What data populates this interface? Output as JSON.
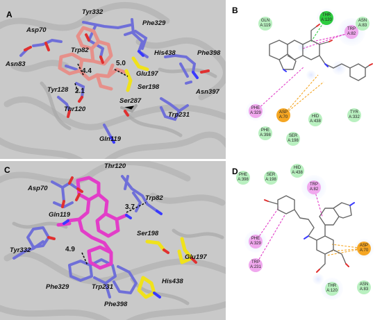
{
  "colors": {
    "panel_3d_background": "#c9c9c9",
    "protein_residue": "#6f6fd8",
    "ligand_A": "#e6908a",
    "ligand_C": "#e23dc8",
    "ser198": "#f0e21b",
    "oxygen": "#e03030",
    "nitrogen": "#3a3aff",
    "vdw_residue": "#b9f0c0",
    "hbond_residue": "#2ecc40",
    "pi_residue": "#f0a8ee",
    "charge_residue": "#f5a623"
  },
  "panels": {
    "A": {
      "letter": "A",
      "residue_labels": [
        "Tyr332",
        "Asp70",
        "Asn83",
        "Trp82",
        "Tyr128",
        "Thr120",
        "Phe329",
        "His438",
        "Phe398",
        "Glu197",
        "Ser198",
        "Asn397",
        "Ser287",
        "Trp231",
        "Gln119"
      ],
      "distances": [
        "5.0",
        "4.4",
        "2.1"
      ]
    },
    "B": {
      "letter": "B",
      "residues": [
        {
          "code": "GLN",
          "num": "A:119",
          "type": "vdw"
        },
        {
          "code": "THR",
          "num": "A:120",
          "type": "hbond"
        },
        {
          "code": "ASN",
          "num": "A:83",
          "type": "vdw"
        },
        {
          "code": "TRP",
          "num": "A:82",
          "type": "pi"
        },
        {
          "code": "PHE",
          "num": "A:329",
          "type": "pi"
        },
        {
          "code": "ASP",
          "num": "A:70",
          "type": "charge"
        },
        {
          "code": "HID",
          "num": "A:438",
          "type": "vdw"
        },
        {
          "code": "TYR",
          "num": "A:332",
          "type": "vdw"
        },
        {
          "code": "PHE",
          "num": "A:398",
          "type": "vdw"
        },
        {
          "code": "SER",
          "num": "A:198",
          "type": "vdw"
        }
      ]
    },
    "C": {
      "letter": "C",
      "residue_labels": [
        "Thr120",
        "Asp70",
        "Gln119",
        "Trp82",
        "Ser198",
        "Tyr332",
        "Glu197",
        "His438",
        "Phe329",
        "Trp231",
        "Phe398"
      ],
      "distances": [
        "3.7",
        "4.9"
      ]
    },
    "D": {
      "letter": "D",
      "residues": [
        {
          "code": "PHE",
          "num": "A:398",
          "type": "vdw"
        },
        {
          "code": "SER",
          "num": "A:198",
          "type": "vdw"
        },
        {
          "code": "HID",
          "num": "A:438",
          "type": "vdw"
        },
        {
          "code": "TRP",
          "num": "A:82",
          "type": "pi"
        },
        {
          "code": "PHE",
          "num": "A:329",
          "type": "pi"
        },
        {
          "code": "TRP",
          "num": "A:231",
          "type": "pi"
        },
        {
          "code": "ASP",
          "num": "A:70",
          "type": "charge"
        },
        {
          "code": "THR",
          "num": "A:120",
          "type": "vdw"
        },
        {
          "code": "ASN",
          "num": "A:83",
          "type": "vdw"
        }
      ]
    }
  }
}
